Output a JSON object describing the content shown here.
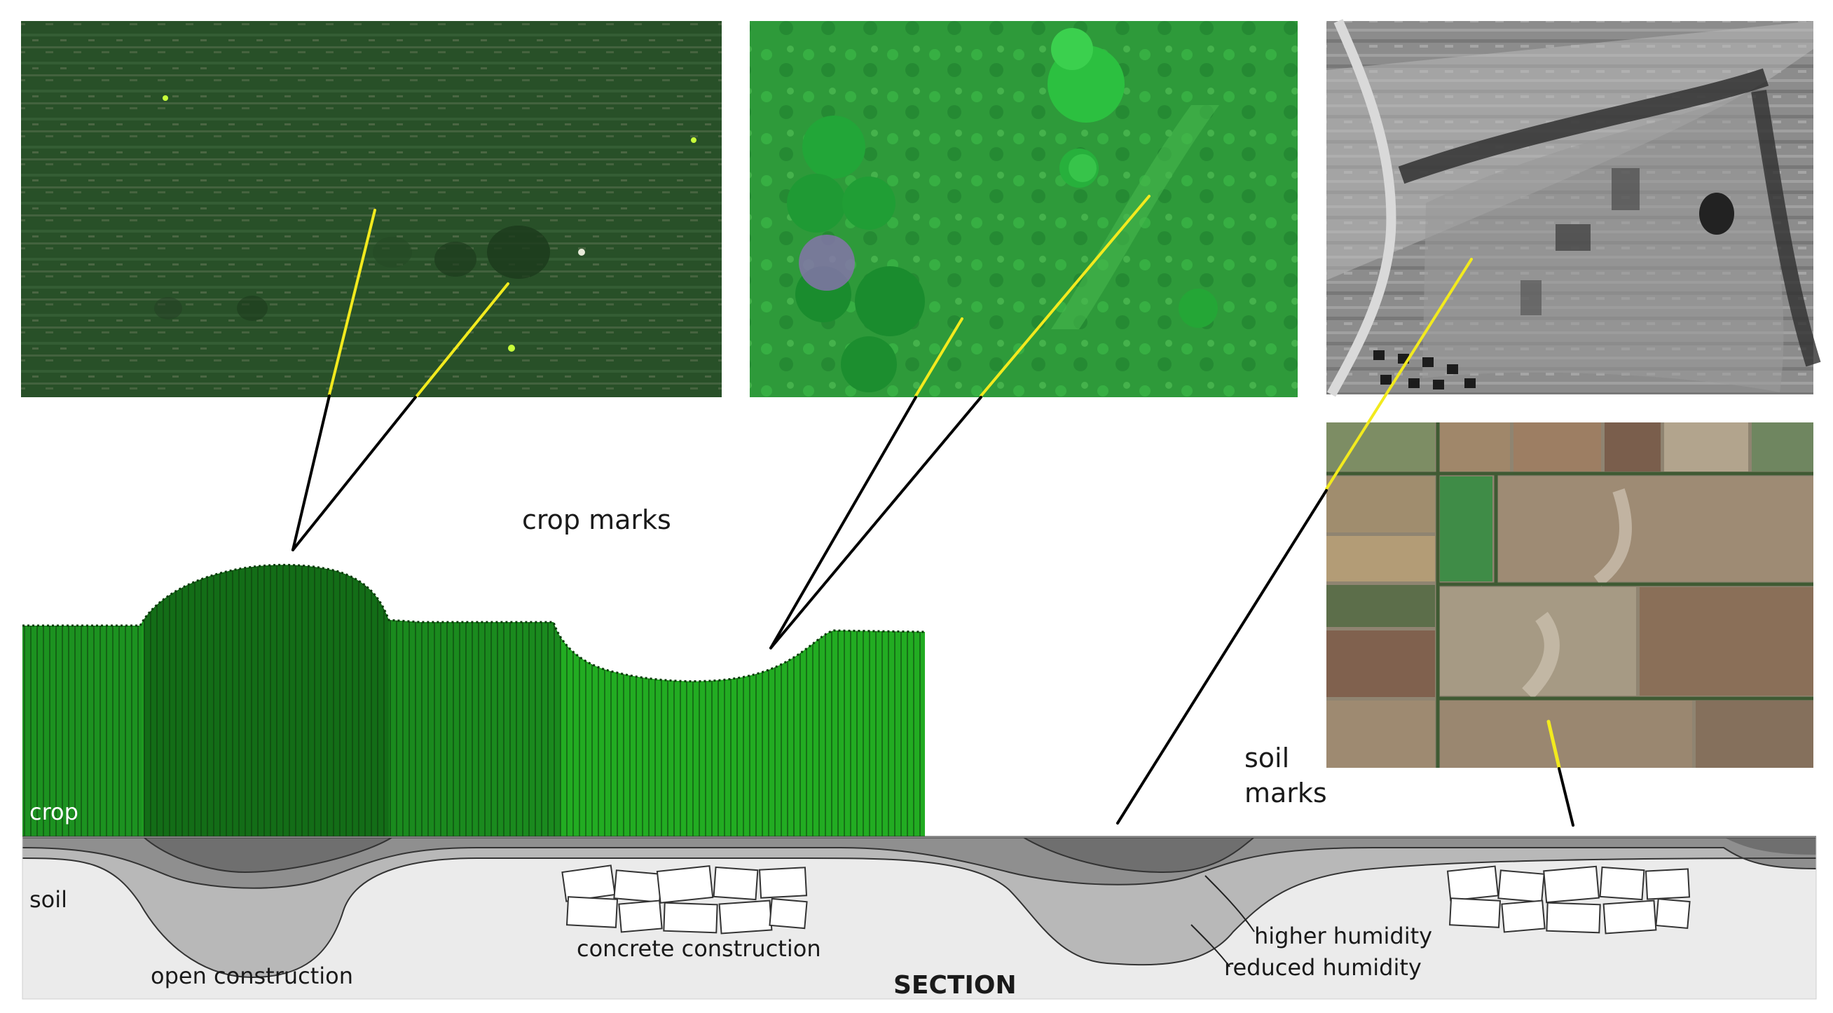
{
  "labels": {
    "crop_marks": "crop marks",
    "soil_marks_line1": "soil",
    "soil_marks_line2": "marks",
    "crop": "crop",
    "soil": "soil",
    "open_construction": "open construction",
    "concrete_construction": "concrete construction",
    "higher_humidity": "higher humidity",
    "reduced_humidity": "reduced humidity",
    "section_title": "SECTION"
  },
  "colors": {
    "crop_light": "#21a321",
    "crop_dark": "#126a16",
    "crop_mid": "#1b8f1d",
    "soil_surface": "#6e6e6e",
    "soil_dark": "#8f8f8f",
    "soil_mid": "#b4b4b4",
    "soil_light": "#ebebeb",
    "leader_yellow": "#f2ea1e",
    "leader_black": "#000000"
  },
  "photos": [
    {
      "name": "crop-field-photo-1",
      "kind": "green crop field, aerial"
    },
    {
      "name": "vegetation-photo-2",
      "kind": "green vegetation with trees, aerial"
    },
    {
      "name": "grayscale-field-photo-3",
      "kind": "black and white aerial"
    },
    {
      "name": "patchwork-fields-photo-4",
      "kind": "agricultural fields with soil marks"
    }
  ]
}
